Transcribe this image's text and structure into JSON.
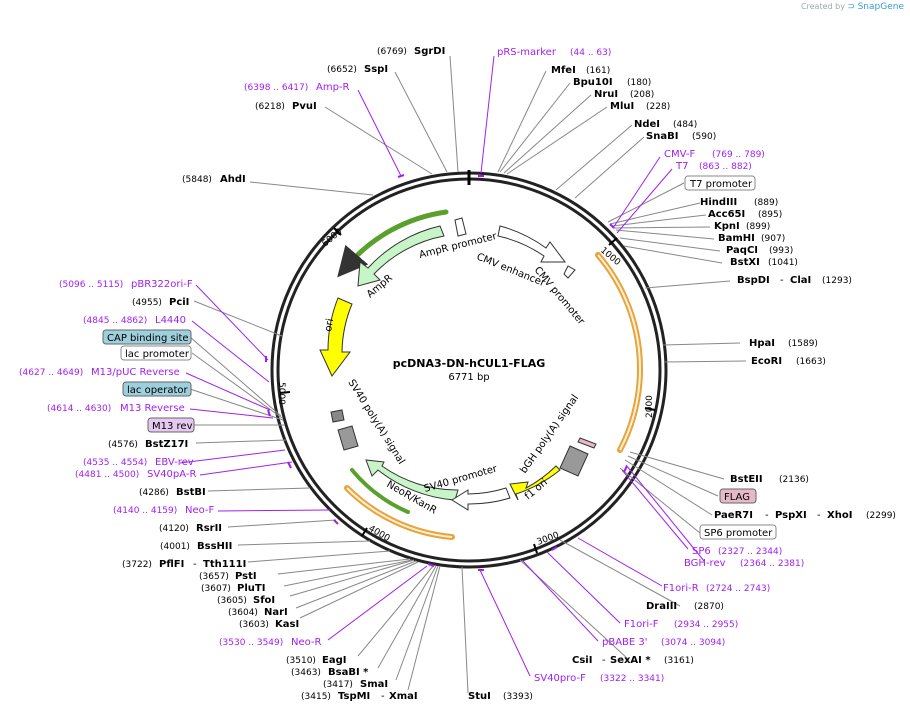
{
  "credit": {
    "prefix": "Created by",
    "brand": "SnapGene"
  },
  "plasmid": {
    "name": "pcDNA3-DN-hCUL1-FLAG",
    "size": "6771 bp"
  },
  "colors": {
    "purple": "#a020f0",
    "green": "#5aa02c",
    "orange": "#e8a33c",
    "yellow": "#ffff00",
    "lightgreen": "#c8f5c8",
    "blue_box": "#9ecfdc",
    "pink_box": "#e6b8c8",
    "violet_box": "#e6c8f0"
  },
  "ticks": {
    "t1000": "1000",
    "t2000": "2000",
    "t3000": "3000",
    "t4000": "4000",
    "t5000": "5000",
    "t6000": "6000"
  },
  "sites": {
    "sgrdi": {
      "name": "SgrDI",
      "pos": "(6769)"
    },
    "prs_marker": {
      "name": "pRS-marker",
      "pos": "(44 .. 63)"
    },
    "mfei": {
      "name": "MfeI",
      "pos": "(161)"
    },
    "bpu10i": {
      "name": "Bpu10I",
      "pos": "(180)"
    },
    "nrui": {
      "name": "NruI",
      "pos": "(208)"
    },
    "mlui": {
      "name": "MluI",
      "pos": "(228)"
    },
    "sspi": {
      "name": "SspI",
      "pos": "(6652)"
    },
    "ampr_primer": {
      "name": "Amp-R",
      "pos": "(6398 .. 6417)"
    },
    "pvui": {
      "name": "PvuI",
      "pos": "(6218)"
    },
    "ndei": {
      "name": "NdeI",
      "pos": "(484)"
    },
    "snabi": {
      "name": "SnaBI",
      "pos": "(590)"
    },
    "cmvf": {
      "name": "CMV-F",
      "pos": "(769 .. 789)"
    },
    "t7": {
      "name": "T7",
      "pos": "(863 .. 882)"
    },
    "t7promoter": {
      "name": "T7 promoter"
    },
    "ahdi": {
      "name": "AhdI",
      "pos": "(5848)"
    },
    "hindiii": {
      "name": "HindIII",
      "pos": "(889)"
    },
    "acc65i": {
      "name": "Acc65I",
      "pos": "(895)"
    },
    "kpni": {
      "name": "KpnI",
      "pos": "(899)"
    },
    "bamhi": {
      "name": "BamHI",
      "pos": "(907)"
    },
    "paqci": {
      "name": "PaqCI",
      "pos": "(993)"
    },
    "bstxi": {
      "name": "BstXI",
      "pos": "(1041)"
    },
    "bspdi": {
      "name": "BspDI",
      "sep": "- ",
      "name2": "ClaI",
      "pos": "(1293)"
    },
    "pbr322ori": {
      "name": "pBR322ori-F",
      "pos": "(5096 .. 5115)"
    },
    "pcii": {
      "name": "PciI",
      "pos": "(4955)"
    },
    "l4440": {
      "name": "L4440",
      "pos": "(4845 .. 4862)"
    },
    "cap": {
      "name": "CAP binding site"
    },
    "lacpromoter": {
      "name": "lac promoter"
    },
    "m13puc": {
      "name": "M13/pUC Reverse",
      "pos": "(4627 .. 4649)"
    },
    "lacoperator": {
      "name": "lac operator"
    },
    "m13reverse": {
      "name": "M13 Reverse",
      "pos": "(4614 .. 4630)"
    },
    "m13rev": {
      "name": "M13 rev"
    },
    "bstz17i": {
      "name": "BstZ17I",
      "pos": "(4576)"
    },
    "ebvrev": {
      "name": "EBV-rev",
      "pos": "(4535 .. 4554)"
    },
    "sv40par": {
      "name": "SV40pA-R",
      "pos": "(4481 .. 4500)"
    },
    "bstbi": {
      "name": "BstBI",
      "pos": "(4286)"
    },
    "neof": {
      "name": "Neo-F",
      "pos": "(4140 .. 4159)"
    },
    "rsrii": {
      "name": "RsrII",
      "pos": "(4120)"
    },
    "bsshii": {
      "name": "BssHII",
      "pos": "(4001)"
    },
    "pflfi": {
      "name": "PflFI",
      "sep": "- ",
      "name2": "Tth111I",
      "pos": "(3722)"
    },
    "psti": {
      "name": "PstI",
      "pos": "(3657)"
    },
    "plutI": {
      "name": "PluTI",
      "pos": "(3607)"
    },
    "sfoi": {
      "name": "SfoI",
      "pos": "(3605)"
    },
    "nari": {
      "name": "NarI",
      "pos": "(3604)"
    },
    "kasi": {
      "name": "KasI",
      "pos": "(3603)"
    },
    "neor_primer": {
      "name": "Neo-R",
      "pos": "(3530 .. 3549)"
    },
    "eagi": {
      "name": "EagI",
      "pos": "(3510)"
    },
    "bsabi": {
      "name": "BsaBI *",
      "pos": "(3463)"
    },
    "smai": {
      "name": "SmaI",
      "pos": "(3417)"
    },
    "tspmi": {
      "name": "TspMI",
      "sep": "- ",
      "name2": "XmaI",
      "pos": "(3415)"
    },
    "stui": {
      "name": "StuI",
      "pos": "(3393)"
    },
    "hpai": {
      "name": "HpaI",
      "pos": "(1589)"
    },
    "ecori": {
      "name": "EcoRI",
      "pos": "(1663)"
    },
    "bsteii": {
      "name": "BstEII",
      "pos": "(2136)"
    },
    "flag": {
      "name": "FLAG"
    },
    "paer7i": {
      "name": "PaeR7I",
      "sep": "- ",
      "name2": "PspXI",
      "sep2": "- ",
      "name3": "XhoI",
      "pos": "(2299)"
    },
    "sp6promoter": {
      "name": "SP6 promoter"
    },
    "sp6": {
      "name": "SP6",
      "pos": "(2327 .. 2344)"
    },
    "bghrev": {
      "name": "BGH-rev",
      "pos": "(2364 .. 2381)"
    },
    "f1orir": {
      "name": "F1ori-R",
      "pos": "(2724 .. 2743)"
    },
    "draiii": {
      "name": "DraIII",
      "pos": "(2870)"
    },
    "f1orif": {
      "name": "F1ori-F",
      "pos": "(2934 .. 2955)"
    },
    "pbabe3": {
      "name": "pBABE 3'",
      "pos": "(3074 .. 3094)"
    },
    "csii": {
      "name": "CsiI",
      "sep": "- ",
      "name2": "SexAI *",
      "pos": "(3161)"
    },
    "sv40prof": {
      "name": "SV40pro-F",
      "pos": "(3322 .. 3341)"
    }
  },
  "features": {
    "ampr_promoter": "AmpR promoter",
    "ampr": "AmpR",
    "ori": "ori",
    "cmv_enhancer": "CMV enhancer",
    "cmv_promoter": "CMV promoter",
    "sv40_polya": "SV40 poly(A) signal",
    "neor": "NeoR/KanR",
    "sv40_promoter": "SV40 promoter",
    "f1ori": "f1 ori",
    "bgh_polya": "bGH poly(A) signal"
  }
}
